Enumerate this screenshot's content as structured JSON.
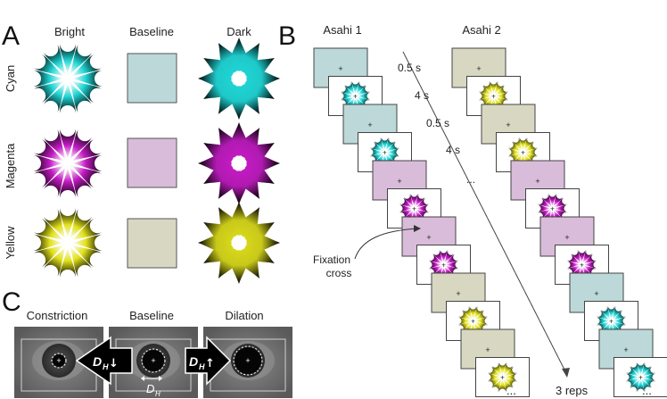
{
  "panels": {
    "a": {
      "letter": "A",
      "columns": [
        "Bright",
        "Baseline",
        "Dark"
      ],
      "rows": [
        {
          "label": "Cyan",
          "color": "#1fd3d3",
          "baseline": "#bcd8d8"
        },
        {
          "label": "Magenta",
          "color": "#c21ac2",
          "baseline": "#d9bcd9"
        },
        {
          "label": "Yellow",
          "color": "#d6d61a",
          "baseline": "#d8d8c2"
        }
      ]
    },
    "b": {
      "letter": "B",
      "sequence_1_title": "Asahi 1",
      "sequence_2_title": "Asahi 2",
      "timings": [
        "0.5 s",
        "4 s",
        "0.5 s",
        "4 s"
      ],
      "ellipsis": "...",
      "fixation_label_line1": "Fixation",
      "fixation_label_line2": "cross",
      "fixation_symbol": "+",
      "reps_label": "3 reps",
      "bottom_ellipsis": "...",
      "sequence_1_order": [
        "cyan",
        "cyan",
        "magenta",
        "magenta",
        "yellow",
        "yellow"
      ],
      "sequence_2_order": [
        "yellow",
        "yellow",
        "magenta",
        "magenta",
        "cyan",
        "cyan"
      ]
    },
    "c": {
      "letter": "C",
      "columns": [
        "Constriction",
        "Baseline",
        "Dilation"
      ],
      "arrow_left_label": "D",
      "arrow_left_sub": "H",
      "arrow_left_dir": "↓",
      "arrow_right_label": "D",
      "arrow_right_sub": "H",
      "arrow_right_dir": "↑",
      "baseline_label": "D",
      "baseline_sub": "H"
    }
  },
  "colors": {
    "cyan": "#1fd3d3",
    "magenta": "#c21ac2",
    "yellow": "#d6d61a",
    "cyan_bg": "#bcd8d8",
    "magenta_bg": "#d9bcd9",
    "yellow_bg": "#d8d8c2"
  }
}
